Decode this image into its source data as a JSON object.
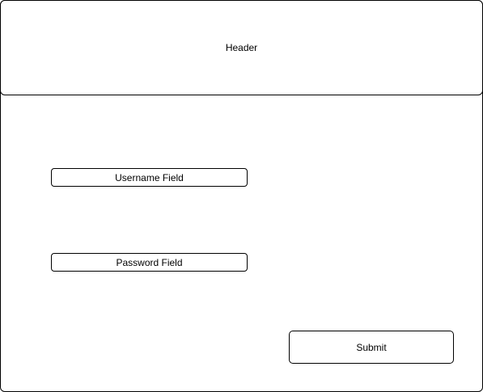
{
  "header": {
    "label": "Header"
  },
  "form": {
    "username_label": "Username Field",
    "password_label": "Password Field",
    "submit_label": "Submit"
  }
}
